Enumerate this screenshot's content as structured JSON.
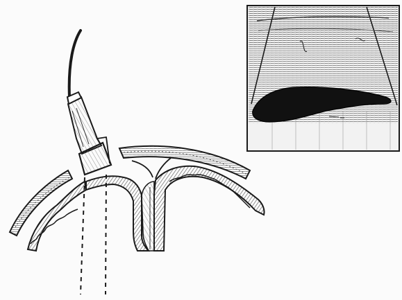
{
  "figure": {
    "kind": "pencil-sketch",
    "ink_color": "#1a1a1a",
    "paper_color": "#fbfbfb",
    "shade_color": "#555555",
    "parts": [
      "ultrasound-probe-sketch",
      "probe-cable",
      "anatomical-cross-section",
      "ultrasound-beam-lines",
      "ultrasound-image-inset",
      "hypoechoic-region"
    ]
  }
}
